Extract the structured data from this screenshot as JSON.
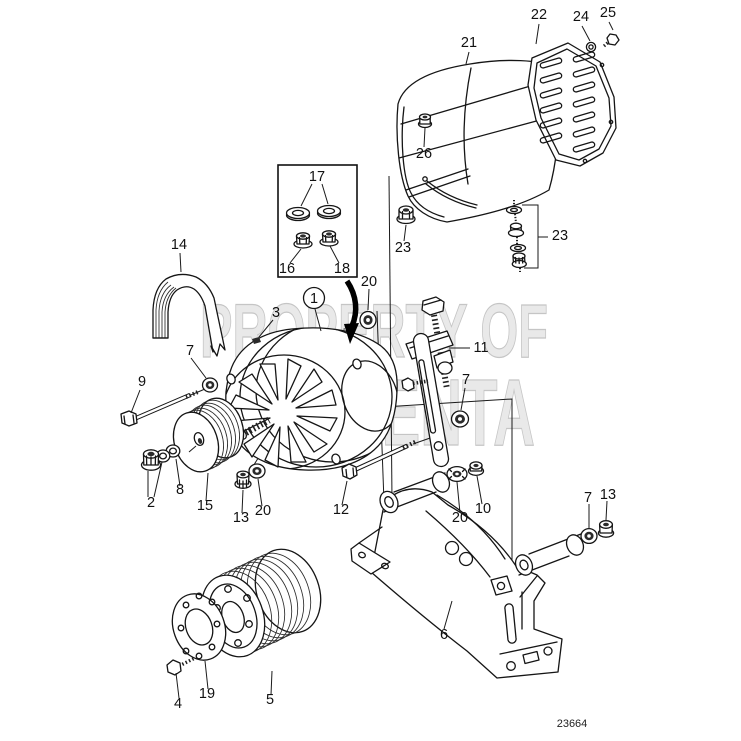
{
  "diagram": {
    "drawing_number": "23664",
    "watermark": {
      "line1": "PROPERTY OF",
      "line2": "PENTA"
    },
    "callouts": {
      "c1": "1",
      "c2": "2",
      "c3": "3",
      "c4": "4",
      "c5": "5",
      "c6": "6",
      "c7_left": "7",
      "c7_mid": "7",
      "c7_right": "7",
      "c8": "8",
      "c9": "9",
      "c10": "10",
      "c11": "11",
      "c12": "12",
      "c13_mid": "13",
      "c13_right": "13",
      "c14": "14",
      "c15": "15",
      "c16": "16",
      "c17": "17",
      "c18": "18",
      "c19": "19",
      "c20_top": "20",
      "c20_mid": "20",
      "c20_bracket": "20",
      "c21": "21",
      "c22": "22",
      "c23_left": "23",
      "c23_right": "23",
      "c24": "24",
      "c25": "25",
      "c26": "26"
    }
  }
}
